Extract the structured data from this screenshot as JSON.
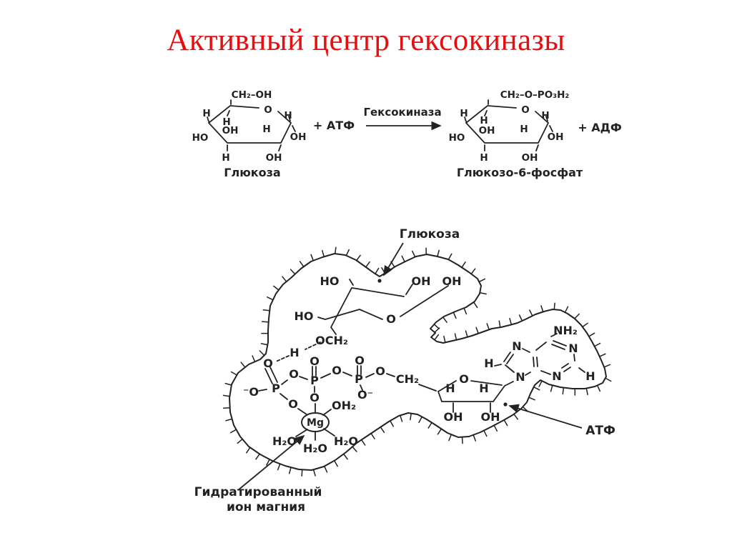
{
  "title": "Активный центр гексокиназы",
  "colors": {
    "title_red": "#e60f0f",
    "ink": "#222222",
    "background": "#ffffff"
  },
  "reaction": {
    "substrate": {
      "chain": "CH₂–OH",
      "ring_o": "O",
      "h_c4": "H",
      "ho_left": "HO",
      "h_inner1": "H",
      "oh_inner1": "OH",
      "h_inner2": "H",
      "h_bottom": "H",
      "oh_bottom": "OH",
      "h_c1": "H",
      "oh_c1": "OH",
      "caption": "Глюкоза"
    },
    "plus_atp": "+ АТФ",
    "enzyme": "Гексокиназа",
    "product": {
      "chain": "CH₂–O–PO₃H₂",
      "ring_o": "O",
      "h_c4": "H",
      "ho_left": "HO",
      "h_inner1": "H",
      "oh_inner1": "OH",
      "h_inner2": "H",
      "h_bottom": "H",
      "oh_bottom": "OH",
      "h_c1": "H",
      "oh_c1": "OH",
      "caption": "Глюкозо-6-фосфат"
    },
    "plus_adp": "+ АДФ"
  },
  "site": {
    "callouts": {
      "glucose": "Глюкоза",
      "atp": "АТФ",
      "mg_line1": "Гидратированный",
      "mg_line2": "ион магния"
    },
    "glucose": {
      "ho_top": "HO",
      "oh_a": "OH",
      "oh_b": "OH",
      "ho_left": "HO",
      "ring_o": "O",
      "och2": "OCH₂",
      "hbond_h": "H"
    },
    "phosphate": {
      "p1": "P",
      "p2": "P",
      "p3": "P",
      "o_top1": "O",
      "o_top2": "O",
      "o_top3": "O",
      "o_minus1": "⁻O",
      "o_minus3": "O⁻",
      "o_bridge1": "O",
      "o_bridge2": "O",
      "o_bridge3": "O",
      "o_mg1": "O",
      "o_mg2": "O",
      "ch2": "CH₂"
    },
    "mg": {
      "ion": "Mg",
      "aqua": "OH₂",
      "water1": "H₂O",
      "water2": "H₂O",
      "water3": "H₂O"
    },
    "ribose": {
      "ring_o": "O",
      "h_left": "H",
      "h_right": "H",
      "oh_left": "OH",
      "oh_right": "OH"
    },
    "adenine": {
      "nh2": "NH₂",
      "n1": "N",
      "n3": "N",
      "n7": "N",
      "n9": "N",
      "h2": "H",
      "h8": "H"
    }
  }
}
